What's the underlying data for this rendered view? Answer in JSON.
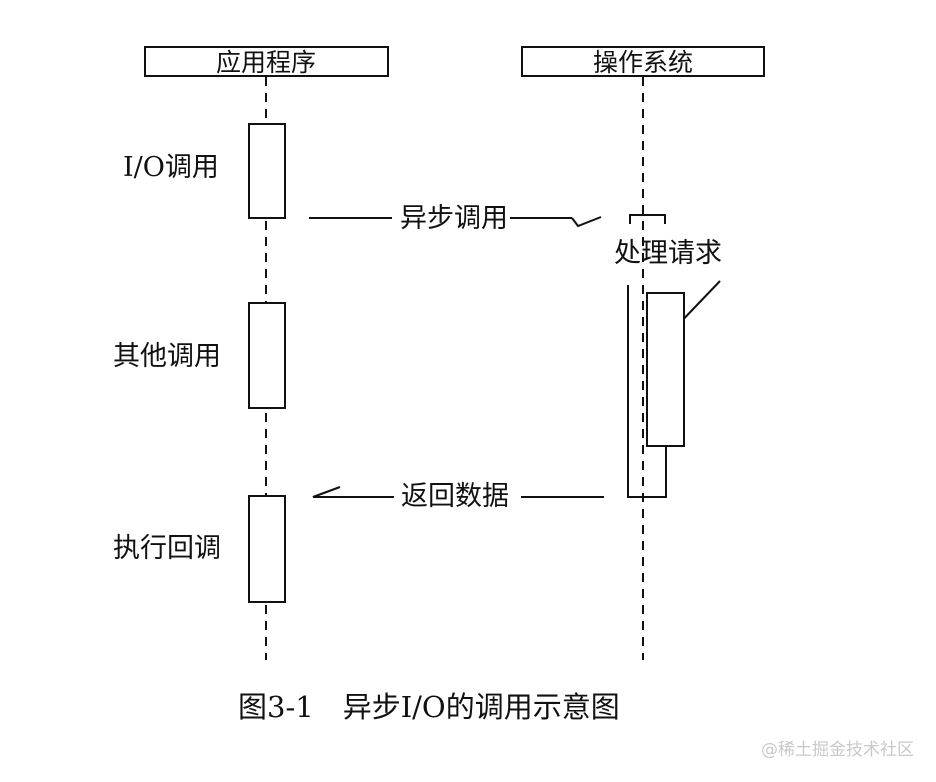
{
  "diagram": {
    "lanes": {
      "application": "应用程序",
      "os": "操作系统"
    },
    "steps": {
      "io_call": "I/O调用",
      "other_call": "其他调用",
      "execute_callback": "执行回调"
    },
    "messages": {
      "async_call": "异步调用",
      "return_data": "返回数据"
    },
    "annotations": {
      "handle_request": "处理请求"
    },
    "caption": "图3-1　异步I/O的调用示意图"
  },
  "watermark": "@稀土掘金技术社区",
  "colors": {
    "ink": "#111111",
    "background": "#ffffff",
    "watermark": "#c9c9c9"
  }
}
